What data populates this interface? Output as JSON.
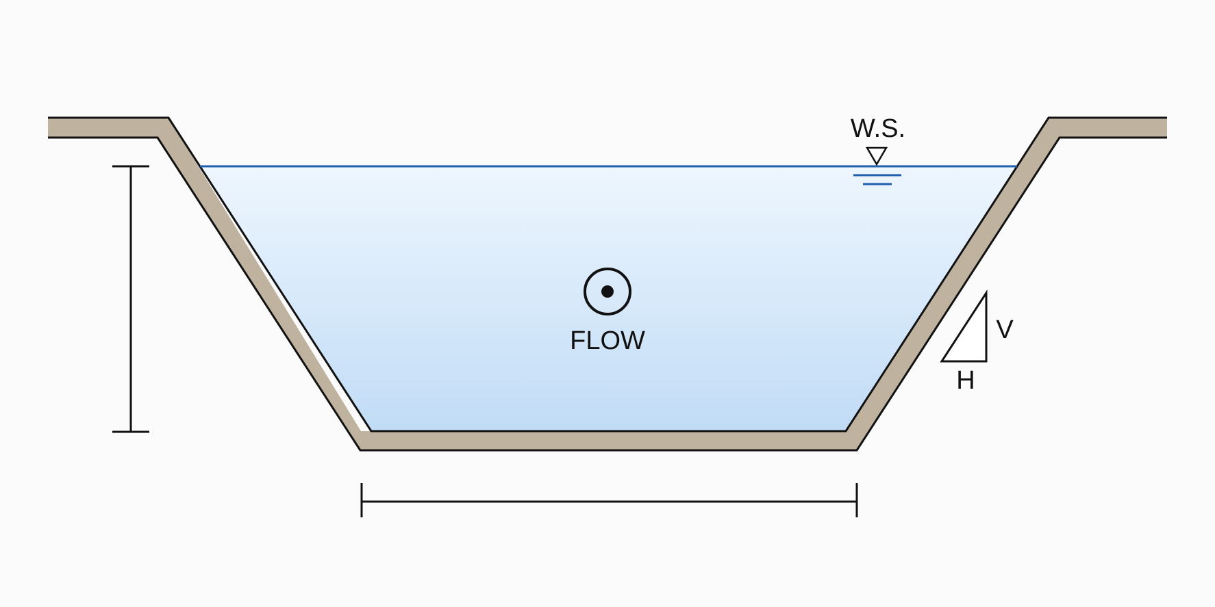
{
  "labels": {
    "water_surface": "W.S.",
    "flow": "FLOW",
    "slope_vertical": "V",
    "slope_horizontal": "H"
  },
  "colors": {
    "background": "#fbfbfb",
    "channel_lining": "#bfb3a0",
    "outline": "#111111",
    "water_top": "#eef6fe",
    "water_bottom": "#c1dcf6",
    "water_surface_line": "#1f5fad"
  },
  "icons": {
    "water_surface_marker": "inverted-triangle-icon",
    "flow_direction": "flow-out-of-page-icon",
    "side_slope": "slope-triangle-icon"
  }
}
